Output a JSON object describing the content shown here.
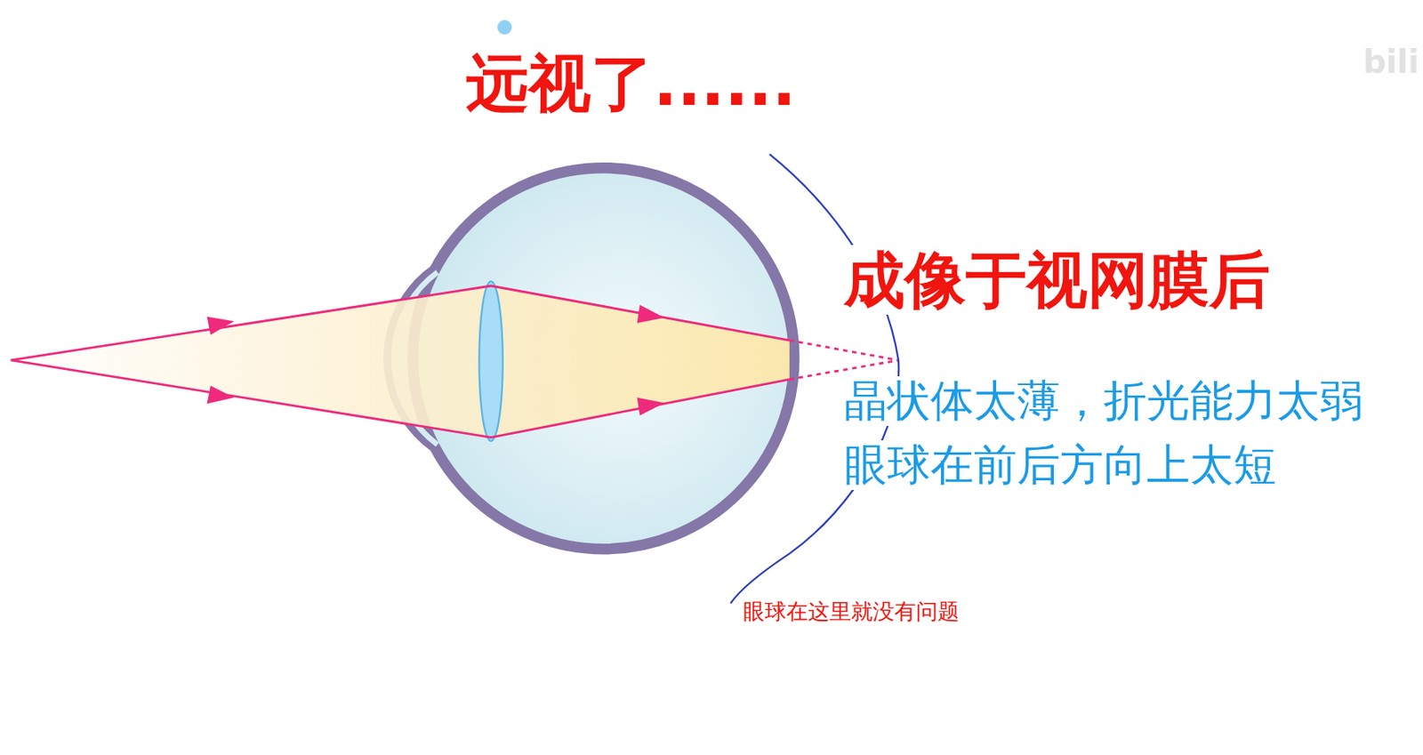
{
  "diagram": {
    "title": "远视了......",
    "labels": [
      "成像于视网膜后",
      "晶状体太薄，折光能力太弱",
      "眼球在前后方向上太短",
      "眼球在这里就没有问题",
      "bili"
    ]
  }
}
